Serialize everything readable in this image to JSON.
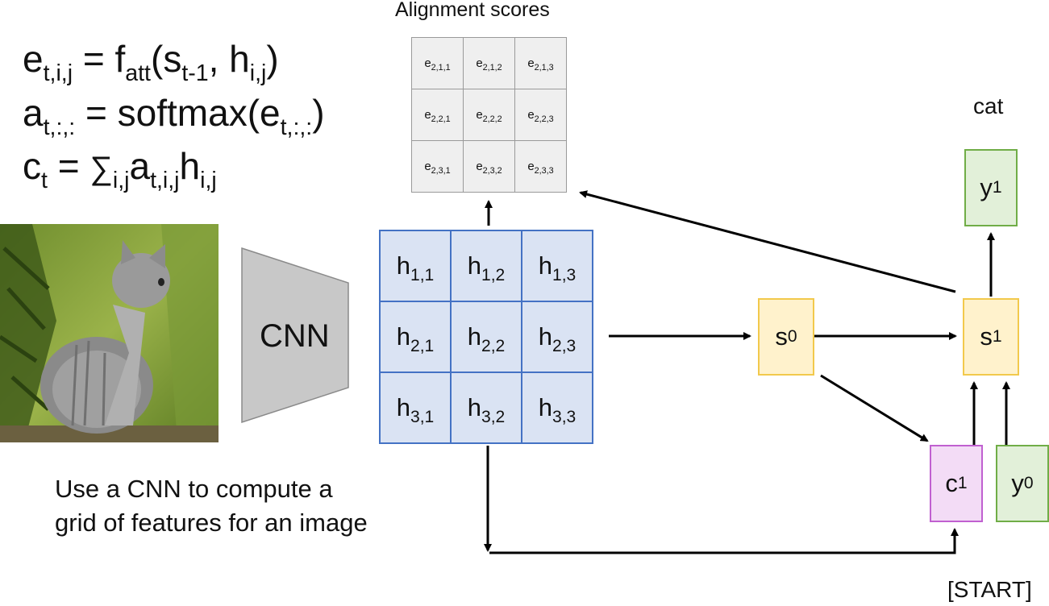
{
  "equations": {
    "e": {
      "base": "e",
      "sub": "t,i,j",
      "eq": " = ",
      "f": "f",
      "fsub": "att",
      "open": "(",
      "s": "s",
      "ssub": "t-1",
      "comma": ", ",
      "h": "h",
      "hsub": "i,j",
      "close": ")"
    },
    "a": {
      "base": "a",
      "sub": "t,:,:",
      "eq": " = softmax(",
      "e": "e",
      "esub": "t,:,:",
      "close": ")"
    },
    "c": {
      "base": "c",
      "sub": "t",
      "eq": " = ",
      "sum": "∑",
      "sumsub": "i,j",
      "a": "a",
      "asub": "t,i,j",
      "h": "h",
      "hsub": "i,j"
    }
  },
  "alignment": {
    "title": "Alignment scores",
    "cells": [
      [
        {
          "b": "e",
          "s": "2,1,1"
        },
        {
          "b": "e",
          "s": "2,1,2"
        },
        {
          "b": "e",
          "s": "2,1,3"
        }
      ],
      [
        {
          "b": "e",
          "s": "2,2,1"
        },
        {
          "b": "e",
          "s": "2,2,2"
        },
        {
          "b": "e",
          "s": "2,2,3"
        }
      ],
      [
        {
          "b": "e",
          "s": "2,3,1"
        },
        {
          "b": "e",
          "s": "2,3,2"
        },
        {
          "b": "e",
          "s": "2,3,3"
        }
      ]
    ]
  },
  "features": {
    "cells": [
      [
        {
          "b": "h",
          "s": "1,1"
        },
        {
          "b": "h",
          "s": "1,2"
        },
        {
          "b": "h",
          "s": "1,3"
        }
      ],
      [
        {
          "b": "h",
          "s": "2,1"
        },
        {
          "b": "h",
          "s": "2,2"
        },
        {
          "b": "h",
          "s": "2,3"
        }
      ],
      [
        {
          "b": "h",
          "s": "3,1"
        },
        {
          "b": "h",
          "s": "3,2"
        },
        {
          "b": "h",
          "s": "3,3"
        }
      ]
    ]
  },
  "cnn_label": "CNN",
  "caption": {
    "line1": "Use a CNN to compute a",
    "line2": "grid of features for an image"
  },
  "nodes": {
    "s0": {
      "b": "s",
      "s": "0"
    },
    "s1": {
      "b": "s",
      "s": "1"
    },
    "y1": {
      "b": "y",
      "s": "1"
    },
    "c1": {
      "b": "c",
      "s": "1"
    },
    "y0": {
      "b": "y",
      "s": "0"
    }
  },
  "labels": {
    "output_word": "cat",
    "start_token": "[START]"
  },
  "colors": {
    "feature_fill": "#dae3f3",
    "feature_border": "#4472c4",
    "state_fill": "#fff2cc",
    "state_border": "#f2c94c",
    "output_fill": "#e2f0d9",
    "output_border": "#70ad47",
    "context_fill": "#f3dcf6",
    "context_border": "#c060d0",
    "cnn_fill": "#c8c8c8"
  }
}
